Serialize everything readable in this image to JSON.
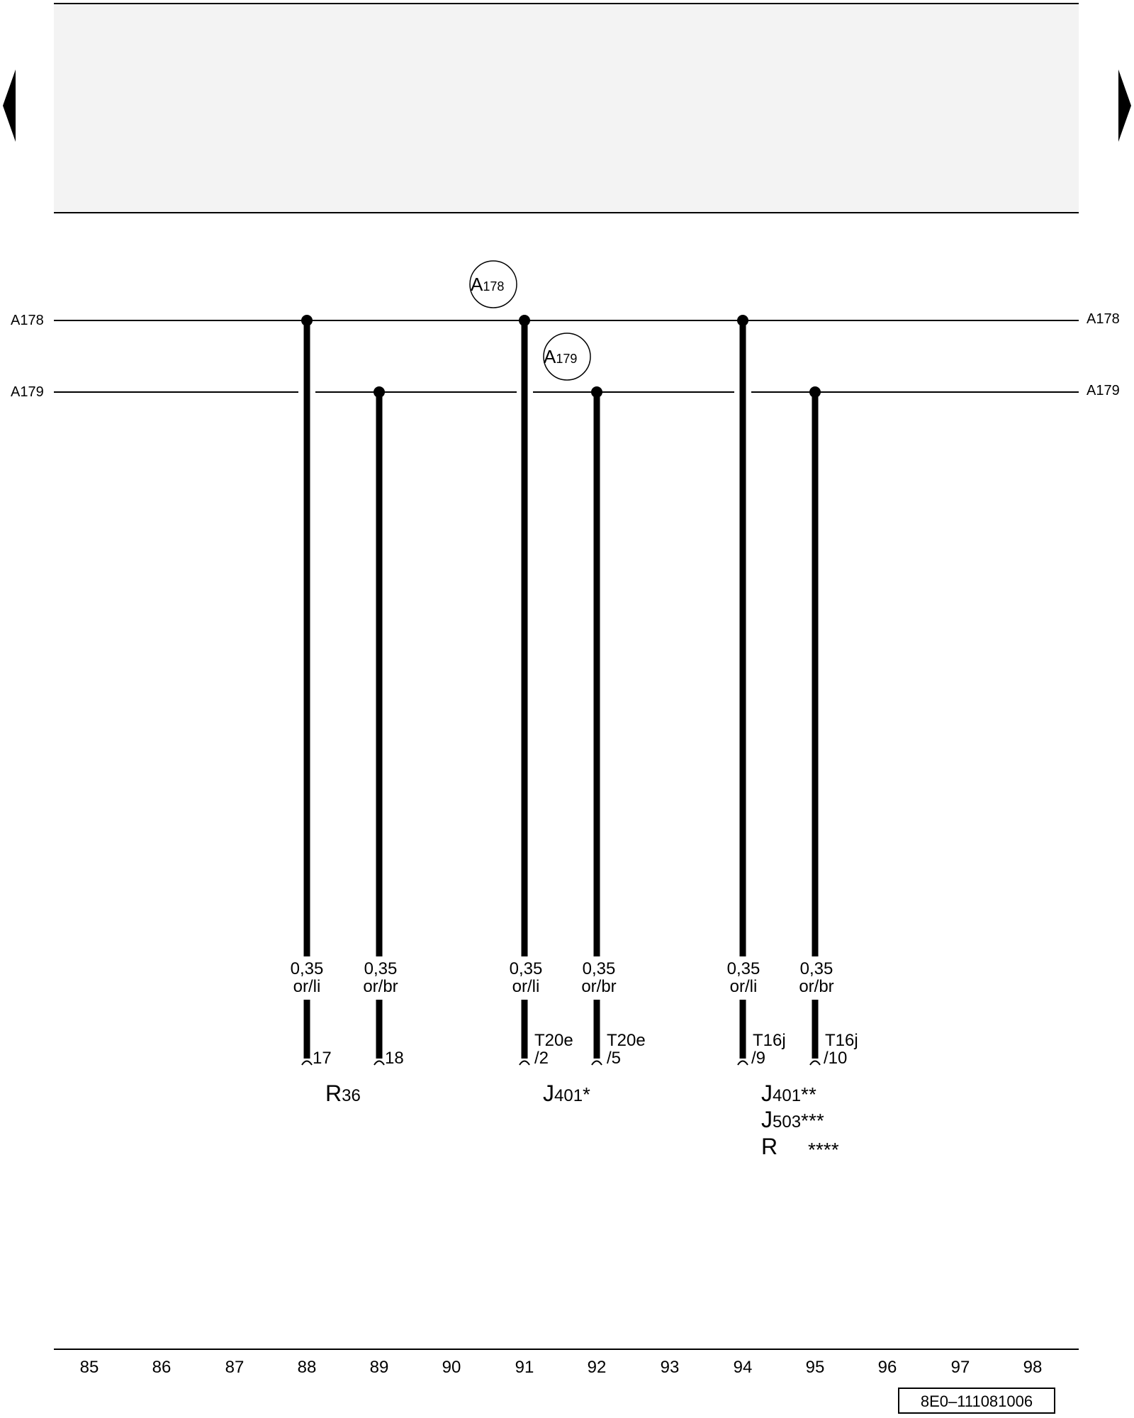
{
  "bus_lines": [
    {
      "label": "A178"
    },
    {
      "label": "A179"
    }
  ],
  "bubbles": [
    {
      "prefix": "A",
      "sub": "178"
    },
    {
      "prefix": "A",
      "sub": "179"
    }
  ],
  "wires": [
    {
      "size": "0,35",
      "color": "or/li",
      "pin": "17",
      "connector": "",
      "bus": "A178",
      "column": "88"
    },
    {
      "size": "0,35",
      "color": "or/br",
      "pin": "18",
      "connector": "",
      "bus": "A179",
      "column": "89"
    },
    {
      "size": "0,35",
      "color": "or/li",
      "pin": "/2",
      "connector": "T20e",
      "bus": "A178",
      "column": "91"
    },
    {
      "size": "0,35",
      "color": "or/br",
      "pin": "/5",
      "connector": "T20e",
      "bus": "A179",
      "column": "92"
    },
    {
      "size": "0,35",
      "color": "or/li",
      "pin": "/9",
      "connector": "T16j",
      "bus": "A178",
      "column": "94"
    },
    {
      "size": "0,35",
      "color": "or/br",
      "pin": "/10",
      "connector": "T16j",
      "bus": "A179",
      "column": "95"
    }
  ],
  "components": [
    {
      "main": "R",
      "sub": "36",
      "mark": ""
    },
    {
      "main": "J",
      "sub": "401",
      "mark": "*"
    },
    {
      "main": "J",
      "sub": "401",
      "mark": "**"
    },
    {
      "main": "J",
      "sub": "503",
      "mark": "***"
    },
    {
      "main": "R",
      "sub": "",
      "mark": "****"
    }
  ],
  "columns": [
    "85",
    "86",
    "87",
    "88",
    "89",
    "90",
    "91",
    "92",
    "93",
    "94",
    "95",
    "96",
    "97",
    "98"
  ],
  "diagram_code": "8E0–111081006",
  "nav": {
    "prev": "previous-page",
    "next": "next-page"
  },
  "colors": {
    "line": "#000000",
    "header_band": "#f3f3f3"
  }
}
